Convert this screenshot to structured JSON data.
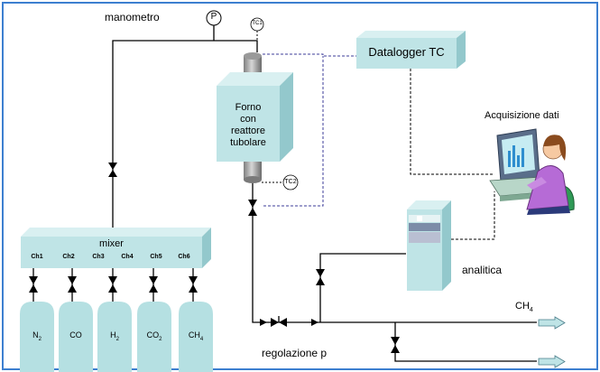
{
  "labels": {
    "manometro": "manometro",
    "pressure_gauge_letter": "P",
    "tc1": "TC1",
    "tc2": "TC2",
    "datalogger": "Datalogger TC",
    "acquisition": "Acquisizione dati",
    "furnace_line1": "Forno",
    "furnace_line2": "con",
    "furnace_line3": "reattore",
    "furnace_line4": "tubolare",
    "mixer": "mixer",
    "analytics": "analitica",
    "pressure_regulation": "regolazione p",
    "ch4_outlet": "CH",
    "ch4_outlet_sub": "4"
  },
  "channels": [
    "Ch1",
    "Ch2",
    "Ch3",
    "Ch4",
    "Ch5",
    "Ch6"
  ],
  "cylinders": [
    {
      "base": "N",
      "sub": "2"
    },
    {
      "base": "CO",
      "sub": ""
    },
    {
      "base": "H",
      "sub": "2"
    },
    {
      "base": "CO",
      "sub": "2"
    },
    {
      "base": "CH",
      "sub": "4"
    }
  ],
  "colors": {
    "box_face": "#bfe4e6",
    "box_top": "#d9f0f1",
    "box_side": "#93c8cc",
    "cylinder": "#b5e0e2",
    "frame": "#3d7fd0",
    "dashed_blue": "#3c3c9a",
    "line": "#000000",
    "arrow_fill": "#bfe4e6"
  }
}
